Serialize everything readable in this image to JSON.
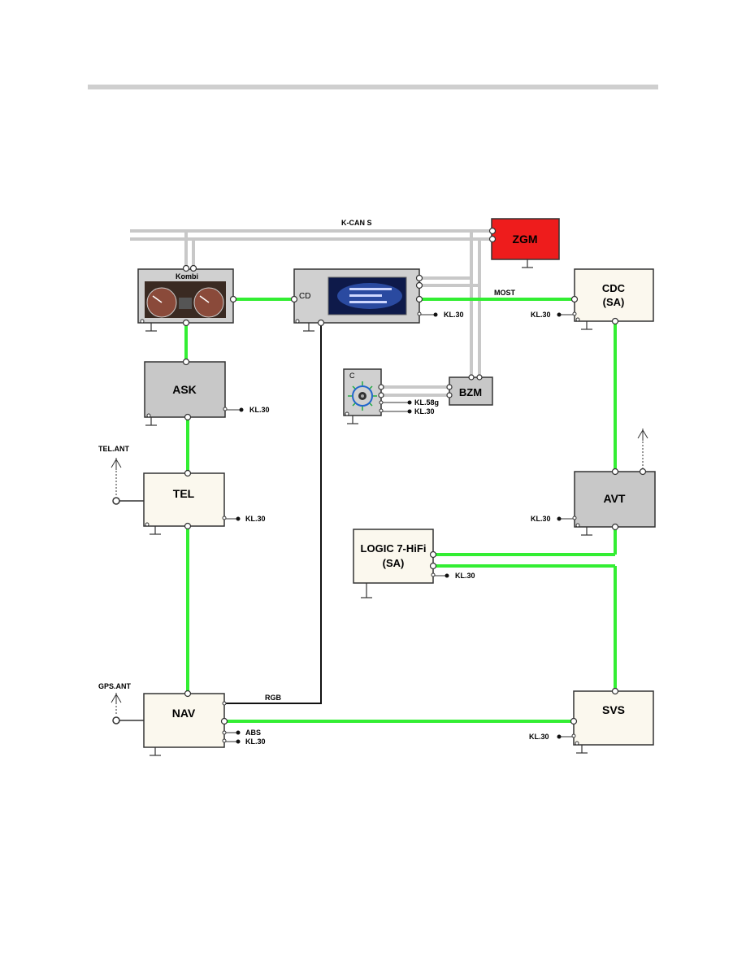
{
  "bus": {
    "kcan": "K-CAN S",
    "most": "MOST",
    "rgb": "RGB"
  },
  "modules": {
    "zgm": "ZGM",
    "kombi": "Kombi",
    "cd": "CD",
    "cdc": [
      "CDC",
      "(SA)"
    ],
    "ask": "ASK",
    "controller": "C",
    "bzm": "BZM",
    "tel": "TEL",
    "avt": "AVT",
    "logic7": [
      "LOGIC 7-HiFi",
      "(SA)"
    ],
    "nav": "NAV",
    "svs": "SVS"
  },
  "antennas": {
    "tel": "TEL.ANT",
    "gps": "GPS.ANT"
  },
  "terminals": {
    "cd": "KL.30",
    "cdc": "KL.30",
    "ask": "KL.30",
    "bzm_58g": "KL.58g",
    "bzm_30": "KL.30",
    "tel": "KL.30",
    "avt": "KL.30",
    "logic7": "KL.30",
    "nav_abs": "ABS",
    "nav_30": "KL.30",
    "svs": "KL.30"
  },
  "colors": {
    "most": "#33ee33",
    "kcan": "#c8c8c8",
    "zgm": "#ee1c1c",
    "gray_module": "#c8c8c8",
    "cream_module": "#fbf8ee",
    "header_bar": "#cfcfcf"
  }
}
